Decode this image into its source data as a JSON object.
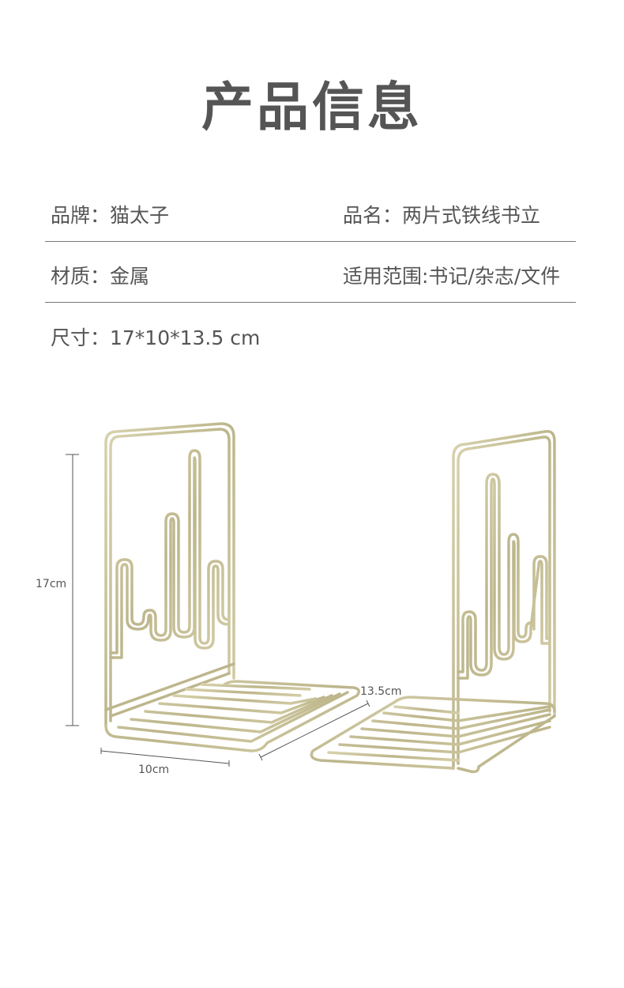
{
  "header": {
    "title": "产品信息"
  },
  "specs": {
    "brand": "品牌：猫太子",
    "name": "品名：两片式铁线书立",
    "material": "材质：金属",
    "usage": "适用范围:书记/杂志/文件",
    "size": "尺寸：17*10*13.5 cm"
  },
  "dimensions": {
    "height": "17cm",
    "width": "10cm",
    "depth": "13.5cm"
  },
  "colors": {
    "wire_gold": "#c9c29a",
    "text": "#555555",
    "divider": "#777777"
  }
}
